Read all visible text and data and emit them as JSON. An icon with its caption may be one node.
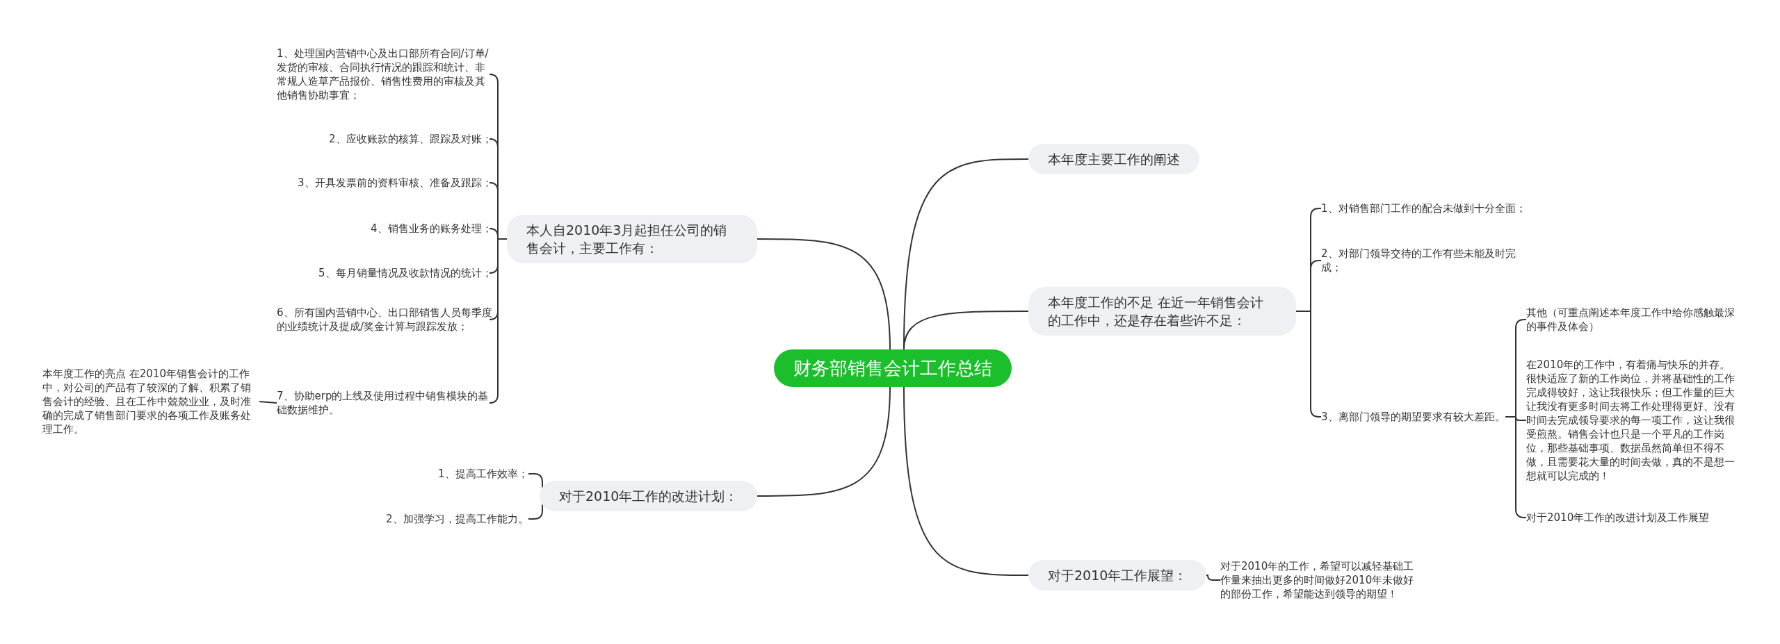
{
  "diagram": {
    "nodes": [
      {
        "text": [
          "财务部销售会计工作总结"
        ]
      },
      {
        "text": [
          "本人自2010年3月起担任公司的销售会计，主要工作有："
        ]
      },
      {
        "text": [
          "1、处理国内营销中心及出口部所有合同/订单/发货的审核、合同执行情况的跟踪和统计、非常规人造草产品报价、销售性费用的审核及其他销售协助事宜；"
        ]
      },
      {
        "text": [
          "2、应收账款的核算、跟踪及对账；"
        ]
      },
      {
        "text": [
          "3、开具发票前的资料审核、准备及跟踪；"
        ]
      },
      {
        "text": [
          "4、销售业务的账务处理；"
        ]
      },
      {
        "text": [
          "5、每月销量情况及收款情况的统计；"
        ]
      },
      {
        "text": [
          "6、所有国内营销中心、出口部销售人员每季度的业绩统计及提成/奖金计算与跟踪发放；"
        ]
      },
      {
        "text": [
          "7、协助erp的上线及使用过程中销售模块的基础数据维护。"
        ]
      },
      {
        "text": [
          "本年度工作的亮点 在2010年销售会计的工作中，对公司的产品有了较深的了解、积累了销售会计的经验、且在工作中兢兢业业，及时准确的完成了销售部门要求的各项工作及账务处理工作。"
        ]
      },
      {
        "text": [
          "对于2010年工作的改进计划："
        ]
      },
      {
        "text": [
          "1、提高工作效率；"
        ]
      },
      {
        "text": [
          "2、加强学习，提高工作能力。"
        ]
      },
      {
        "text": [
          "本年度主要工作的阐述"
        ]
      },
      {
        "text": [
          "本年度工作的不足 在近一年销售会计的工作中，还是存在着些许不足："
        ]
      },
      {
        "text": [
          "1、对销售部门工作的配合未做到十分全面；"
        ]
      },
      {
        "text": [
          "2、对部门领导交待的工作有些未能及时完成；"
        ]
      },
      {
        "text": [
          "3、离部门领导的期望要求有较大差距。"
        ]
      },
      {
        "text": [
          "其他（可重点阐述本年度工作中给你感触最深的事件及体会）"
        ]
      },
      {
        "text": [
          "在2010年的工作中，有着痛与快乐的并存。很快适应了新的工作岗位，并将基础性的工作完成得较好，这让我很快乐；但工作量的巨大让我没有更多时间去将工作处理得更好、没有时间去完成领导要求的每一项工作，这让我很受煎熬。销售会计也只是一个平凡的工作岗位，那些基础事项、数据虽然简单但不得不做，且需要花大量的时间去做，真的不是想一想就可以完成的！"
        ]
      },
      {
        "text": [
          "对于2010年工作的改进计划及工作展望"
        ]
      },
      {
        "text": [
          "对于2010年工作展望："
        ]
      },
      {
        "text": [
          "对于2010年的工作，希望可以减轻基础工作量来抽出更多的时间做好2010年未做好的部份工作，希望能达到领导的期望！"
        ]
      }
    ],
    "edges": [
      {
        "from": 0,
        "to": 1,
        "arrow": "none"
      },
      {
        "from": 1,
        "to": 2,
        "arrow": "none"
      },
      {
        "from": 1,
        "to": 3,
        "arrow": "none"
      },
      {
        "from": 1,
        "to": 4,
        "arrow": "none"
      },
      {
        "from": 1,
        "to": 5,
        "arrow": "none"
      },
      {
        "from": 1,
        "to": 6,
        "arrow": "none"
      },
      {
        "from": 1,
        "to": 7,
        "arrow": "none"
      },
      {
        "from": 1,
        "to": 8,
        "arrow": "none"
      },
      {
        "from": 8,
        "to": 9,
        "arrow": "none"
      },
      {
        "from": 0,
        "to": 10,
        "arrow": "none"
      },
      {
        "from": 10,
        "to": 11,
        "arrow": "none"
      },
      {
        "from": 10,
        "to": 12,
        "arrow": "none"
      },
      {
        "from": 0,
        "to": 13,
        "arrow": "none"
      },
      {
        "from": 0,
        "to": 14,
        "arrow": "none"
      },
      {
        "from": 14,
        "to": 15,
        "arrow": "none"
      },
      {
        "from": 14,
        "to": 16,
        "arrow": "none"
      },
      {
        "from": 14,
        "to": 17,
        "arrow": "none"
      },
      {
        "from": 17,
        "to": 18,
        "arrow": "none"
      },
      {
        "from": 17,
        "to": 19,
        "arrow": "none"
      },
      {
        "from": 17,
        "to": 20,
        "arrow": "none"
      },
      {
        "from": 0,
        "to": 21,
        "arrow": "none"
      },
      {
        "from": 21,
        "to": 22,
        "arrow": "none"
      }
    ]
  }
}
